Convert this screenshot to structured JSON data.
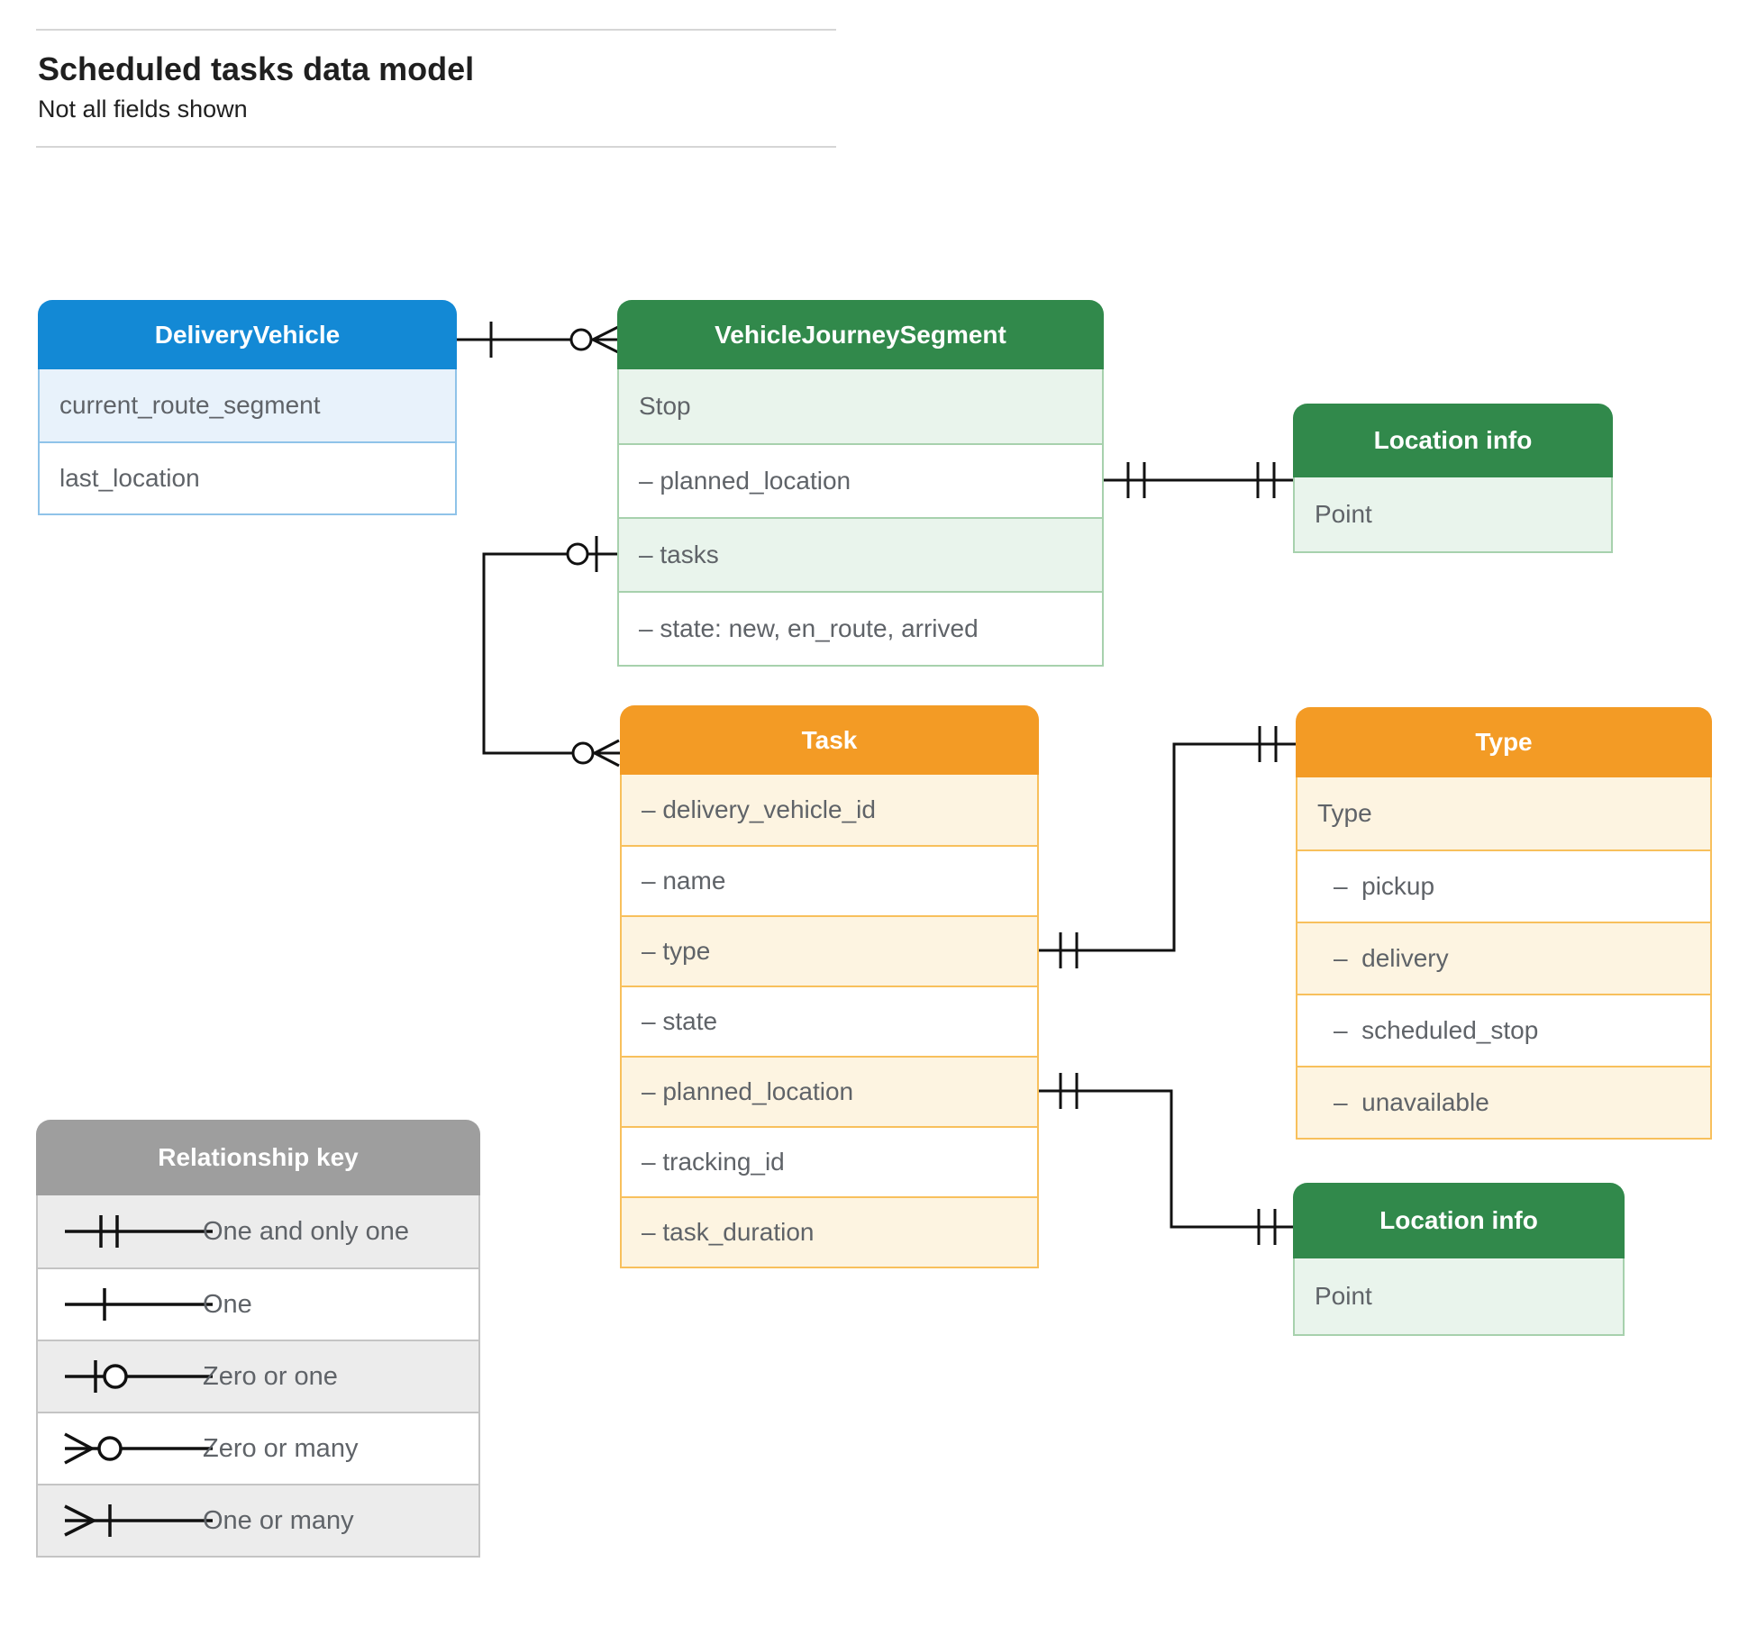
{
  "header": {
    "title": "Scheduled tasks data model",
    "subtitle": "Not all fields shown"
  },
  "entities": {
    "delivery_vehicle": {
      "name": "DeliveryVehicle",
      "fields": [
        "current_route_segment",
        "last_location"
      ]
    },
    "vehicle_journey_segment": {
      "name": "VehicleJourneySegment",
      "fields": [
        "Stop",
        "– planned_location",
        "– tasks",
        "– state: new, en_route, arrived"
      ]
    },
    "location_info_top": {
      "name": "Location info",
      "fields": [
        "Point"
      ]
    },
    "task": {
      "name": "Task",
      "fields": [
        "– delivery_vehicle_id",
        "– name",
        "– type",
        "– state",
        "– planned_location",
        "– tracking_id",
        "– task_duration"
      ]
    },
    "type": {
      "name": "Type",
      "fields": [
        "Type",
        "–  pickup",
        "–  delivery",
        "–  scheduled_stop",
        "–  unavailable"
      ]
    },
    "location_info_bottom": {
      "name": "Location info",
      "fields": [
        "Point"
      ]
    }
  },
  "relationships": [
    {
      "from": "DeliveryVehicle",
      "to": "VehicleJourneySegment",
      "from_cardinality": "one",
      "to_cardinality": "zero-or-many"
    },
    {
      "from": "VehicleJourneySegment.planned_location",
      "to": "Location info (top)",
      "from_cardinality": "one-and-only-one",
      "to_cardinality": "one-and-only-one"
    },
    {
      "from": "VehicleJourneySegment.tasks",
      "to": "Task",
      "from_cardinality": "zero-or-one",
      "to_cardinality": "zero-or-many"
    },
    {
      "from": "Task.type",
      "to": "Type",
      "from_cardinality": "one-and-only-one",
      "to_cardinality": "one-and-only-one"
    },
    {
      "from": "Task.planned_location",
      "to": "Location info (bottom)",
      "from_cardinality": "one-and-only-one",
      "to_cardinality": "one-and-only-one"
    }
  ],
  "legend": {
    "title": "Relationship key",
    "items": [
      {
        "label": "One and only one",
        "symbol": "one-and-only-one"
      },
      {
        "label": "One",
        "symbol": "one"
      },
      {
        "label": "Zero or one",
        "symbol": "zero-or-one"
      },
      {
        "label": "Zero or many",
        "symbol": "zero-or-many"
      },
      {
        "label": "One or many",
        "symbol": "one-or-many"
      }
    ]
  },
  "colors": {
    "blue_header": "#1389d5",
    "green_header": "#31894b",
    "orange_header": "#f39b25",
    "gray_header": "#9e9e9e",
    "connector": "#111111"
  }
}
